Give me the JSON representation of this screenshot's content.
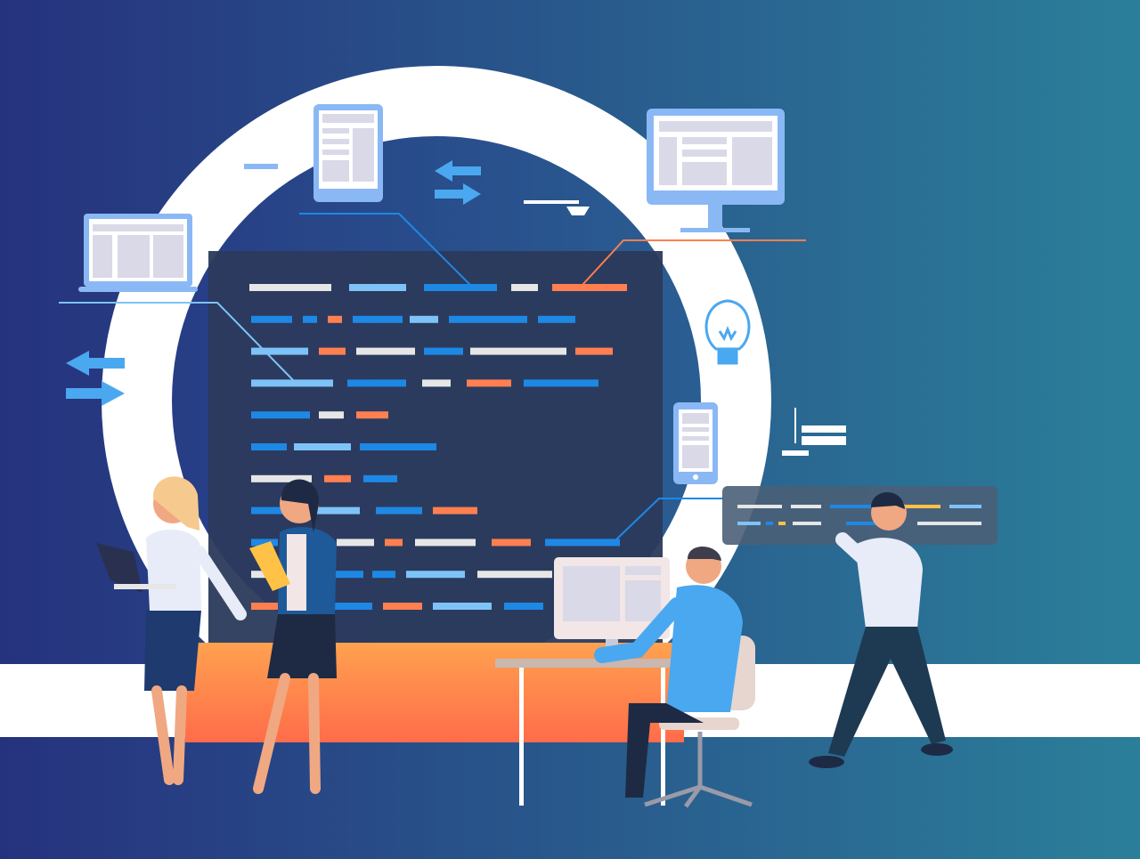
{
  "colors": {
    "bg_left": "#26327e",
    "bg_right": "#2b7f9a",
    "ring": "#ffffff",
    "code_panel": "#2b3a5c",
    "code_blue": "#1e88e5",
    "code_light": "#7ec3f7",
    "code_orange": "#ff7f50",
    "code_white": "#e6e6e6",
    "device_frame": "#8ab8f5",
    "device_screen": "#d9d9e8",
    "stage_orange_top": "#ffa24f",
    "stage_orange_bottom": "#ff6c4a",
    "arrow_blue": "#4aa8f0"
  },
  "code_rows": [
    [
      [
        "w",
        280,
        92
      ],
      [
        "l",
        392,
        64
      ],
      [
        "b",
        476,
        82
      ],
      [
        "w",
        574,
        30
      ],
      [
        "o",
        620,
        84
      ]
    ],
    [
      [
        "b",
        282,
        46
      ],
      [
        "b",
        340,
        16
      ],
      [
        "o",
        368,
        16
      ],
      [
        "b",
        396,
        56
      ],
      [
        "l",
        460,
        32
      ],
      [
        "b",
        504,
        88
      ],
      [
        "b",
        604,
        42
      ]
    ],
    [
      [
        "l",
        282,
        64
      ],
      [
        "o",
        358,
        30
      ],
      [
        "w",
        400,
        66
      ],
      [
        "b",
        476,
        44
      ],
      [
        "w",
        528,
        108
      ],
      [
        "o",
        646,
        42
      ]
    ],
    [
      [
        "l",
        282,
        92
      ],
      [
        "b",
        390,
        66
      ],
      [
        "w",
        474,
        32
      ],
      [
        "o",
        524,
        50
      ],
      [
        "b",
        588,
        84
      ]
    ],
    [
      [
        "b",
        282,
        66
      ],
      [
        "w",
        358,
        28
      ],
      [
        "o",
        400,
        36
      ]
    ],
    [
      [
        "b",
        282,
        40
      ],
      [
        "l",
        330,
        64
      ],
      [
        "b",
        404,
        86
      ]
    ],
    [
      [
        "w",
        282,
        68
      ],
      [
        "o",
        364,
        30
      ],
      [
        "b",
        408,
        38
      ]
    ],
    [
      [
        "b",
        282,
        40
      ],
      [
        "l",
        354,
        50
      ],
      [
        "b",
        422,
        52
      ],
      [
        "o",
        486,
        50
      ]
    ],
    [
      [
        "b",
        282,
        30
      ],
      [
        "w",
        378,
        42
      ],
      [
        "o",
        432,
        20
      ],
      [
        "w",
        466,
        68
      ],
      [
        "o",
        552,
        44
      ],
      [
        "b",
        612,
        84
      ]
    ],
    [
      [
        "w",
        282,
        30
      ],
      [
        "b",
        376,
        32
      ],
      [
        "b",
        418,
        26
      ],
      [
        "l",
        456,
        66
      ],
      [
        "w",
        536,
        84
      ]
    ],
    [
      [
        "o",
        282,
        30
      ],
      [
        "b",
        370,
        48
      ],
      [
        "o",
        430,
        44
      ],
      [
        "l",
        486,
        66
      ],
      [
        "b",
        566,
        44
      ]
    ]
  ]
}
